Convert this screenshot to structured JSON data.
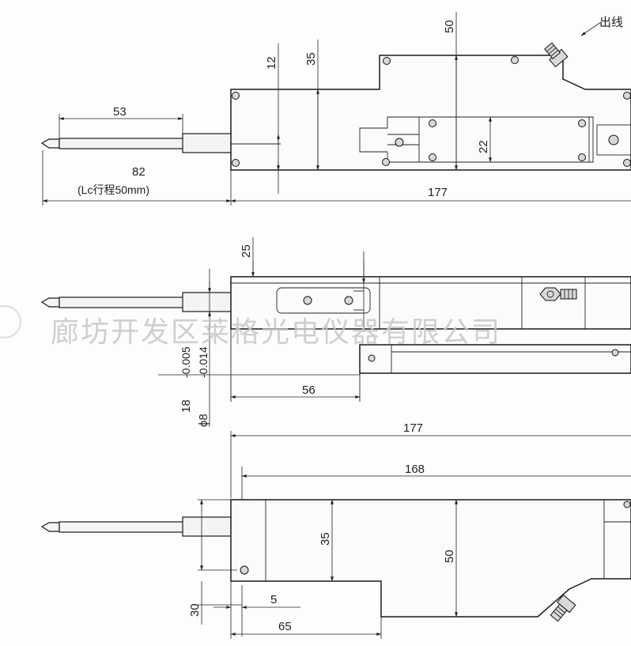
{
  "top_view": {
    "dims": {
      "stroke_length": "53",
      "probe_length": "82",
      "probe_note": "(Lc行程50mm)",
      "total_length": "177",
      "height_12": "12",
      "height_35": "35",
      "height_50": "50",
      "height_22": "22"
    },
    "cable_label": "出线"
  },
  "middle_view": {
    "dims": {
      "height_25": "25",
      "shaft_dia": "ϕ8",
      "tol_upper": "-0.005",
      "tol_lower": "-0.014",
      "mount_18": "18",
      "length_56": "56"
    }
  },
  "bottom_view": {
    "dims": {
      "total_length": "177",
      "length_168": "168",
      "height_35": "35",
      "height_50": "50",
      "offset_30": "30",
      "offset_5": "5",
      "length_65": "65"
    }
  },
  "watermark": "廊坊开发区莱格光电仪器有限公司"
}
